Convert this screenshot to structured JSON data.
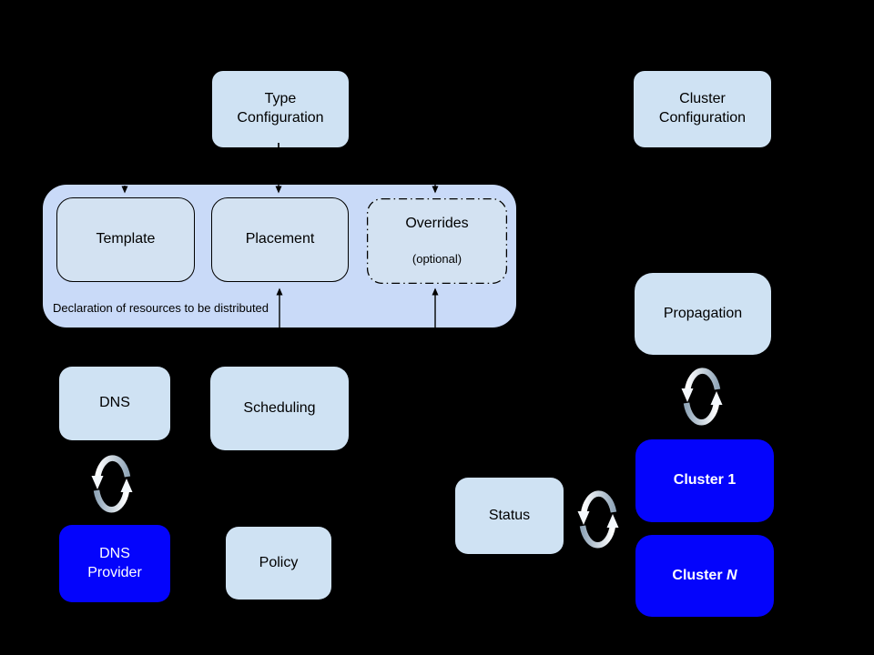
{
  "diagram": {
    "nodes": {
      "type_configuration": {
        "label": "Type\nConfiguration"
      },
      "cluster_configuration": {
        "label": "Cluster\nConfiguration"
      },
      "template": {
        "label": "Template"
      },
      "placement": {
        "label": "Placement"
      },
      "overrides": {
        "label": "Overrides",
        "sublabel": "(optional)"
      },
      "declaration_group": {
        "caption": "Declaration of resources to be distributed"
      },
      "dns": {
        "label": "DNS"
      },
      "scheduling": {
        "label": "Scheduling"
      },
      "dns_provider": {
        "label": "DNS\nProvider"
      },
      "policy": {
        "label": "Policy"
      },
      "propagation": {
        "label": "Propagation"
      },
      "status": {
        "label": "Status"
      },
      "cluster_1": {
        "label": "Cluster 1"
      },
      "cluster_n": {
        "label_prefix": "Cluster ",
        "label_suffix": "N"
      }
    },
    "icons": {
      "sync": "sync-icon"
    },
    "colors": {
      "background": "#000000",
      "node_fill": "#cfe2f3",
      "inner_node_fill": "#d3e2f2",
      "group_fill": "#c9daf8",
      "highlight_fill": "#0404fc",
      "node_text": "#000000",
      "highlight_text": "#ffffff",
      "sync_gray": "#92a7ba"
    }
  }
}
